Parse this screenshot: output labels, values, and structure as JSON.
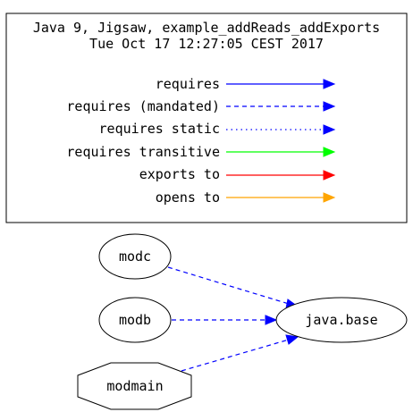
{
  "legend": {
    "title_line1": "Java 9, Jigsaw, example_addReads_addExports",
    "title_line2": "Tue Oct 17 12:27:05 CEST 2017",
    "entries": [
      {
        "label": "requires",
        "style": "solid",
        "color": "#0000ff"
      },
      {
        "label": "requires (mandated)",
        "style": "dashed",
        "color": "#0000ff"
      },
      {
        "label": "requires static",
        "style": "dotted",
        "color": "#0000ff"
      },
      {
        "label": "requires transitive",
        "style": "solid",
        "color": "#00ff00"
      },
      {
        "label": "exports to",
        "style": "solid",
        "color": "#ff0000"
      },
      {
        "label": "opens to",
        "style": "solid",
        "color": "#ffa500"
      }
    ]
  },
  "nodes": {
    "modc": {
      "label": "modc",
      "shape": "ellipse"
    },
    "modb": {
      "label": "modb",
      "shape": "ellipse"
    },
    "modmain": {
      "label": "modmain",
      "shape": "octagon"
    },
    "java_base": {
      "label": "java.base",
      "shape": "ellipse"
    }
  },
  "edges": [
    {
      "from": "modc",
      "to": "java.base",
      "style": "dashed",
      "color": "#0000ff"
    },
    {
      "from": "modb",
      "to": "java.base",
      "style": "dashed",
      "color": "#0000ff"
    },
    {
      "from": "modmain",
      "to": "java.base",
      "style": "dashed",
      "color": "#0000ff"
    }
  ]
}
